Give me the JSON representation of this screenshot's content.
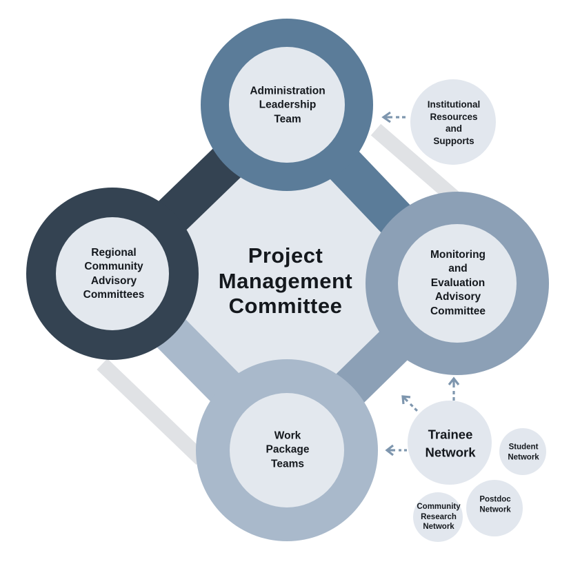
{
  "diagram_title": "Project governance structure diagram",
  "palette": {
    "ring_dark": "#344352",
    "ring_slate": "#5B7C99",
    "ring_medium": "#8CA0B6",
    "ring_light": "#A9B9CB",
    "inner_fill": "#E3E8EE",
    "satellite_fill": "#E2E7EE",
    "shadow_band": "#E0E2E5",
    "arrow": "#7E96AE",
    "text": "#14181D",
    "background": "#FFFFFF"
  },
  "center": {
    "label": "Project\nManagement\nCommittee"
  },
  "nodes": {
    "administration": {
      "label": "Administration\nLeadership\nTeam",
      "ring_color": "#5B7C99"
    },
    "regional": {
      "label": "Regional\nCommunity\nAdvisory\nCommittees",
      "ring_color": "#344352"
    },
    "monitoring": {
      "label": "Monitoring\nand\nEvaluation\nAdvisory\nCommittee",
      "ring_color": "#8CA0B6"
    },
    "work_package": {
      "label": "Work\nPackage\nTeams",
      "ring_color": "#A9B9CB"
    }
  },
  "satellites": {
    "institutional": {
      "label": "Institutional\nResources\nand\nSupports",
      "fill": "#E2E7EE"
    },
    "trainee": {
      "label": "Trainee\nNetwork",
      "fill": "#E2E7EE"
    },
    "student": {
      "label": "Student\nNetwork",
      "fill": "#E2E7EE"
    },
    "postdoc": {
      "label": "Postdoc\nNetwork",
      "fill": "#E2E7EE"
    },
    "community": {
      "label": "Community\nResearch\nNetwork",
      "fill": "#E2E7EE"
    }
  }
}
